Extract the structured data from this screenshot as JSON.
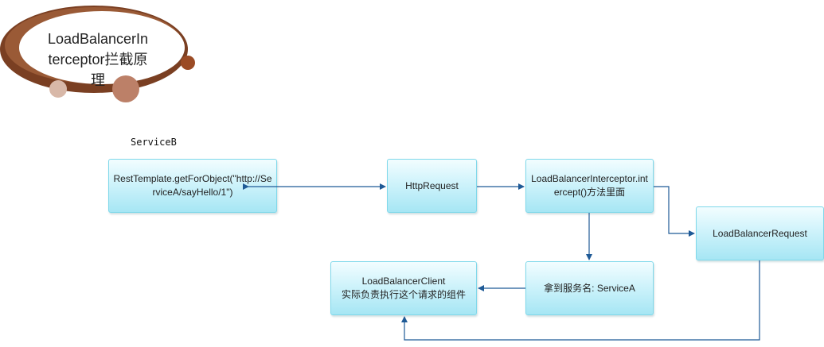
{
  "logo": {
    "text": "LoadBalancerInterceptor拦截原理"
  },
  "diagram": {
    "service_label": "ServiceB",
    "boxes": {
      "rest_template": "RestTemplate.getForObject(\"http://ServiceA/sayHello/1\")",
      "http_request": "HttpRequest",
      "interceptor": "LoadBalancerInterceptor.intercept()方法里面",
      "lb_request": "LoadBalancerRequest",
      "service_name": "拿到服务名: ServiceA",
      "lb_client_line1": "LoadBalancerClient",
      "lb_client_line2": "实际负责执行这个请求的组件"
    }
  },
  "colors": {
    "arrow": "#1f5a96",
    "box_border": "#7fd8ea",
    "logo_ring": "#8b4a2b"
  }
}
